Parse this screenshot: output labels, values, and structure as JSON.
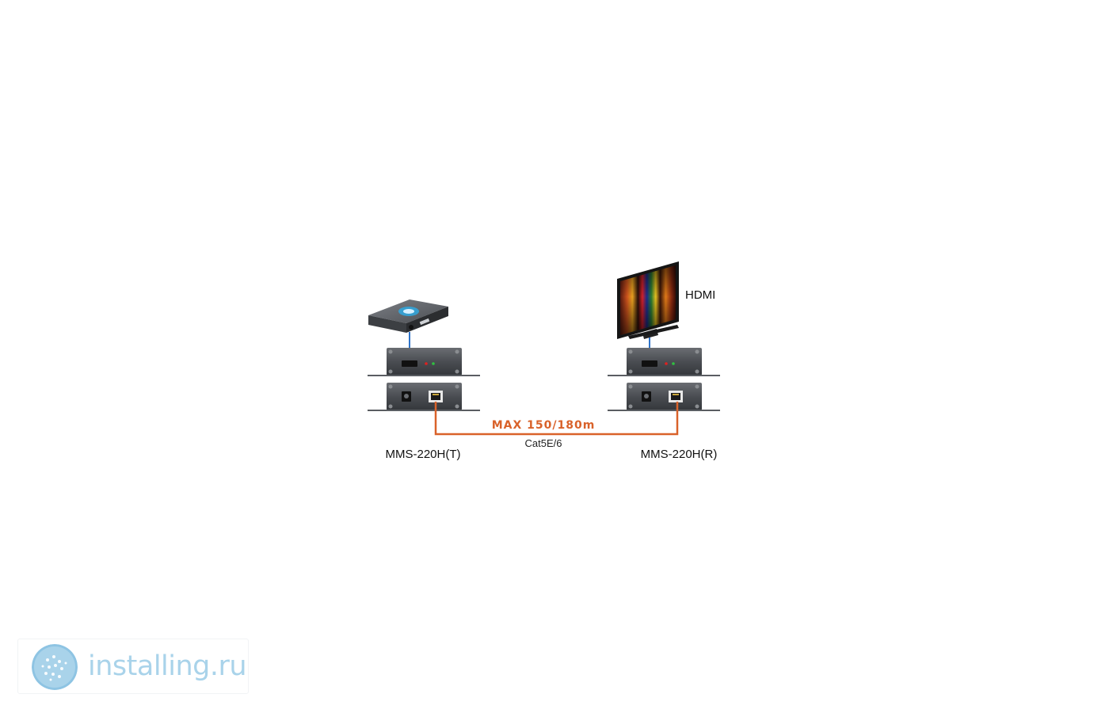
{
  "diagram": {
    "transmitter_label": "MMS-220H(T)",
    "receiver_label": "MMS-220H(R)",
    "hdmi_label": "HDMI",
    "distance_label": "MAX 150/180m",
    "cable_label": "Cat5E/6"
  },
  "colors": {
    "cable": "#d9622a",
    "hdmi_cable": "#2f74c9",
    "device_body": "#4a4d52",
    "device_dark": "#2e3034",
    "watermark_text": "#a9d3ea",
    "watermark_logo": "#8ec4e3"
  },
  "icons": {
    "source": "media-player-icon",
    "display": "monitor-icon",
    "watermark": "installing-logo-icon"
  },
  "watermark": {
    "text": "installing.ru"
  }
}
